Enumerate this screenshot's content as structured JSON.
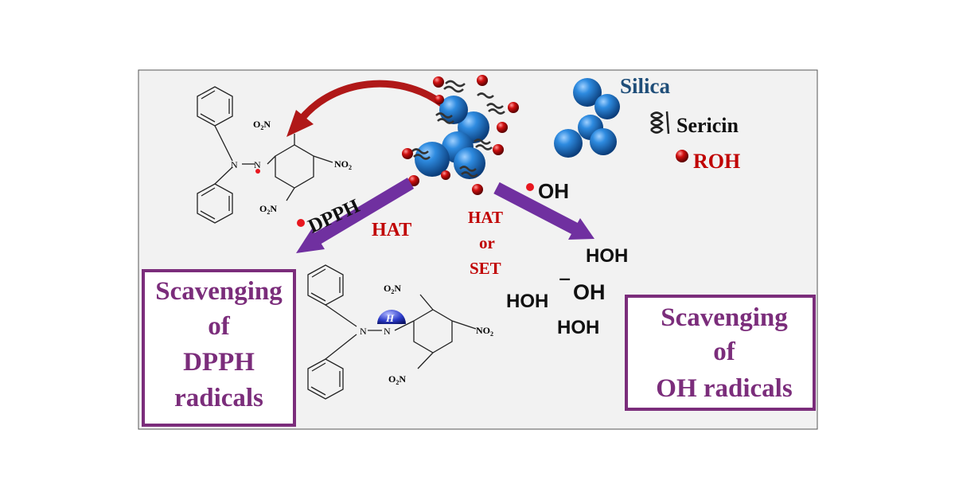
{
  "legend": {
    "silica": "Silica",
    "sericin": "Sericin",
    "roh": "ROH"
  },
  "labels": {
    "dpph": "DPPH",
    "hat": "HAT",
    "hat2": "HAT",
    "or": "or",
    "set": "SET",
    "oh": "OH",
    "hoh1": "HOH",
    "hoh2": "HOH",
    "hoh3": "HOH",
    "oh_minus": "OH",
    "minus": "‾"
  },
  "dpph_molecule": {
    "o2n_top": "O",
    "sub2": "2",
    "n_suffix": "N",
    "no2": "NO",
    "n_amine": "N",
    "n_radical": "N",
    "o2n_bottom": "O"
  },
  "dpphh_molecule": {
    "o2n_top": "O",
    "no2": "NO",
    "o2n_bottom": "O",
    "h": "H",
    "n_amine": "N",
    "n_h": "N"
  },
  "boxes": {
    "left": [
      "Scavenging",
      "of",
      "DPPH",
      "radicals"
    ],
    "right": [
      "Scavenging",
      "of",
      "OH radicals"
    ]
  },
  "colors": {
    "purple": "#7B2D7B",
    "arrow_purple": "#7030A0",
    "red": "#C00000",
    "radical_red": "#E8171F",
    "silica_blue": "#1F6DBF",
    "silica_text": "#1F4E79",
    "bg_gray": "#F2F2F2"
  }
}
